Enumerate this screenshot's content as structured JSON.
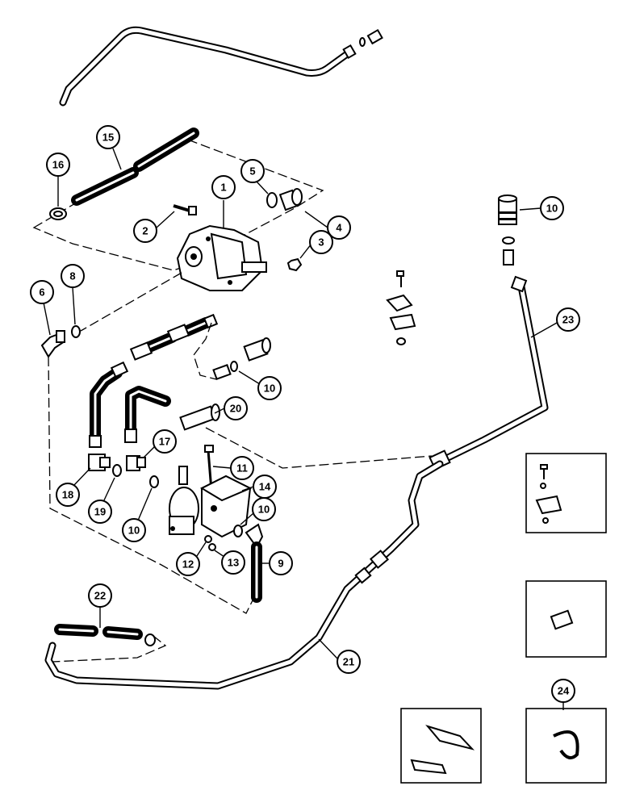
{
  "callouts": [
    {
      "id": "c1",
      "label": "1"
    },
    {
      "id": "c2",
      "label": "2"
    },
    {
      "id": "c3",
      "label": "3"
    },
    {
      "id": "c4",
      "label": "4"
    },
    {
      "id": "c5",
      "label": "5"
    },
    {
      "id": "c6",
      "label": "6"
    },
    {
      "id": "c8",
      "label": "8"
    },
    {
      "id": "c9",
      "label": "9"
    },
    {
      "id": "c10a",
      "label": "10"
    },
    {
      "id": "c10b",
      "label": "10"
    },
    {
      "id": "c10c",
      "label": "10"
    },
    {
      "id": "c10d",
      "label": "10"
    },
    {
      "id": "c11",
      "label": "11"
    },
    {
      "id": "c12",
      "label": "12"
    },
    {
      "id": "c13",
      "label": "13"
    },
    {
      "id": "c14",
      "label": "14"
    },
    {
      "id": "c15",
      "label": "15"
    },
    {
      "id": "c16",
      "label": "16"
    },
    {
      "id": "c17",
      "label": "17"
    },
    {
      "id": "c18",
      "label": "18"
    },
    {
      "id": "c19",
      "label": "19"
    },
    {
      "id": "c20",
      "label": "20"
    },
    {
      "id": "c21",
      "label": "21"
    },
    {
      "id": "c22",
      "label": "22"
    },
    {
      "id": "c23",
      "label": "23"
    },
    {
      "id": "c24",
      "label": "24"
    }
  ]
}
